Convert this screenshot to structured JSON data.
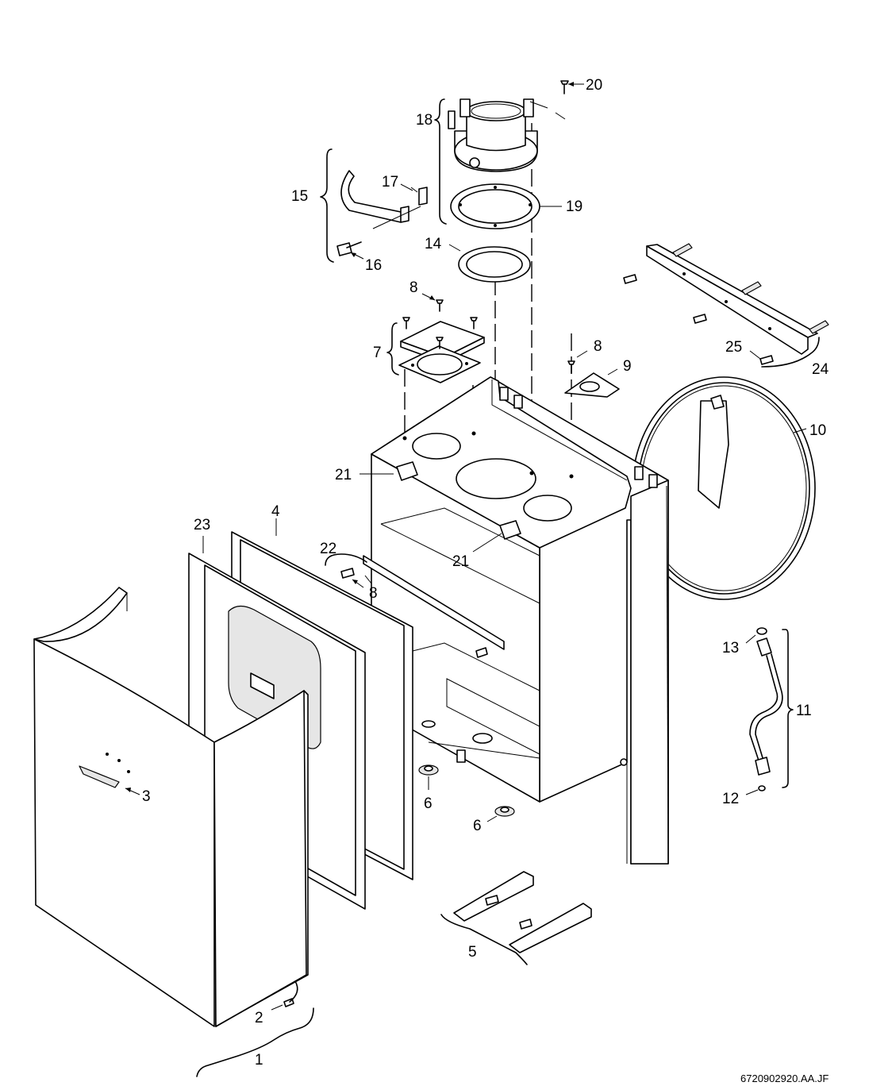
{
  "diagram": {
    "labels": {
      "p1": "1",
      "p2": "2",
      "p3": "3",
      "p4": "4",
      "p5": "5",
      "p6a": "6",
      "p6b": "6",
      "p7": "7",
      "p8a": "8",
      "p8b": "8",
      "p8c": "8",
      "p9": "9",
      "p10": "10",
      "p11": "11",
      "p12": "12",
      "p13": "13",
      "p14": "14",
      "p15": "15",
      "p16": "16",
      "p17": "17",
      "p18": "18",
      "p19": "19",
      "p20": "20",
      "p21a": "21",
      "p21b": "21",
      "p22": "22",
      "p23": "23",
      "p24": "24",
      "p25": "25"
    },
    "drawing_code": "6720902920.AA.JF"
  }
}
